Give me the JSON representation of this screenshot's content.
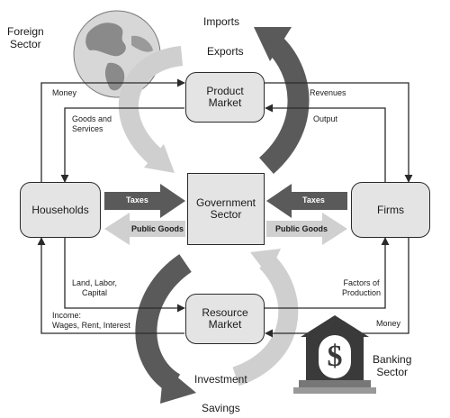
{
  "nodes": {
    "households": "Households",
    "firms": "Firms",
    "government": "Government\nSector",
    "product_market": "Product\nMarket",
    "resource_market": "Resource\nMarket"
  },
  "sectors": {
    "foreign": "Foreign\nSector",
    "banking": "Banking\nSector",
    "banking_symbol": "$"
  },
  "flows": {
    "imports": "Imports",
    "exports": "Exports",
    "investment": "Investment",
    "savings": "Savings",
    "money_top": "Money",
    "revenues": "Revenues",
    "goods_services": "Goods and\nServices",
    "output": "Output",
    "taxes_left": "Taxes",
    "taxes_right": "Taxes",
    "public_goods_left": "Public Goods",
    "public_goods_right": "Public Goods",
    "land_labor_capital": "Land, Labor,\nCapital",
    "factors_of_production": "Factors of\nProduction",
    "income": "Income:\nWages, Rent, Interest",
    "money_bottom": "Money"
  }
}
